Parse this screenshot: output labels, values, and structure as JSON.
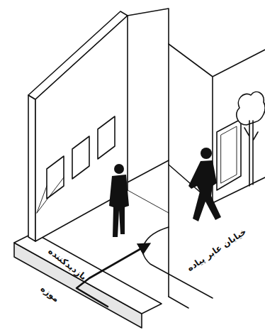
{
  "diagram": {
    "labels": [
      "بازدیدکننده",
      "موزه",
      "خیابان عابر پیاده"
    ]
  }
}
